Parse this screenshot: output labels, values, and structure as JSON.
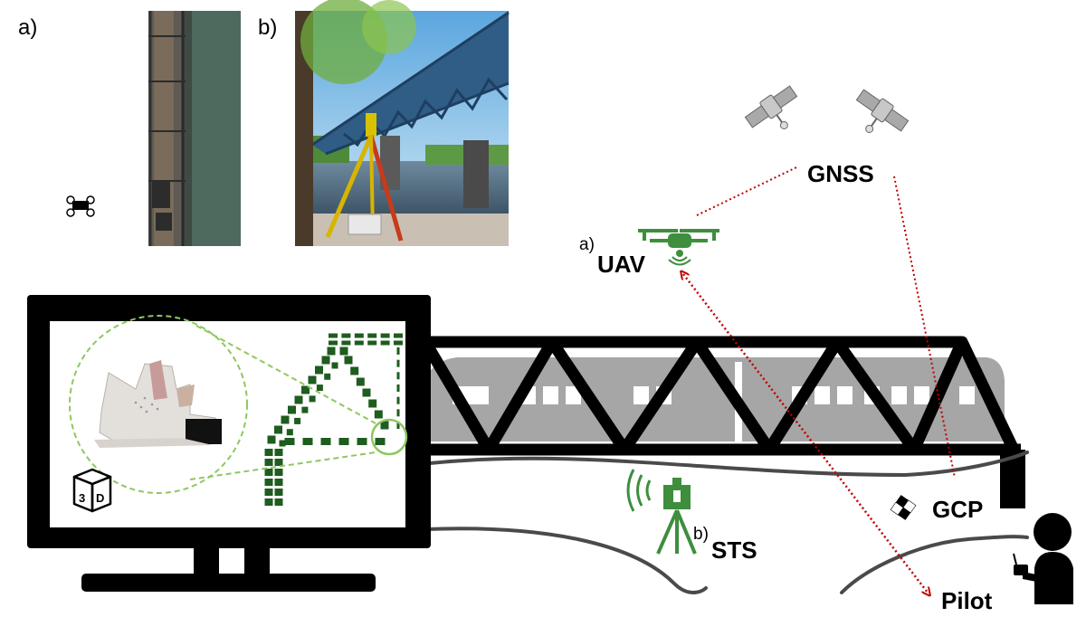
{
  "panels": {
    "a_label": "a)",
    "b_label": "b)"
  },
  "labels": {
    "gnss": "GNSS",
    "uav_prefix": "a)",
    "uav": "UAV",
    "sts_prefix": "b)",
    "sts": "STS",
    "gcp": "GCP",
    "pilot": "Pilot",
    "cube_3": "3",
    "cube_d": "D"
  },
  "colors": {
    "truss": "#000000",
    "train": "#a6a6a6",
    "instrument_green": "#3e8e3e",
    "model_green": "#1f5c1f",
    "zoom_dashed": "#8ec760",
    "link_red": "#c00000"
  },
  "icons": [
    "drone-icon",
    "satellite-icon",
    "total-station-icon",
    "checkerboard-target-icon",
    "pilot-icon",
    "cube-3d-icon",
    "monitor-icon"
  ]
}
